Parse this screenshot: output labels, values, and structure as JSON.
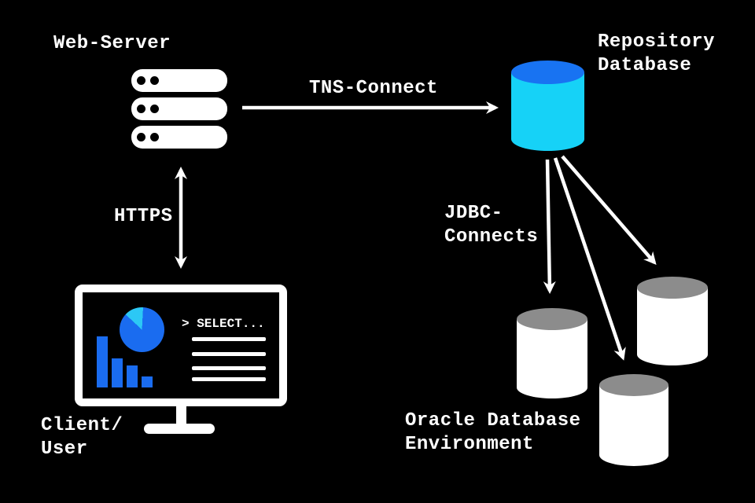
{
  "diagram": {
    "nodes": {
      "web_server": {
        "label": "Web-Server",
        "icon": "server-icon"
      },
      "repository_database": {
        "label": "Repository\nDatabase",
        "icon": "database-cylinder-icon"
      },
      "client": {
        "label": "Client/\nUser",
        "icon": "monitor-icon",
        "screen_text": "> SELECT..."
      },
      "oracle_environment": {
        "label": "Oracle Database\nEnvironment",
        "icon": "database-cylinder-icon",
        "node_count": 3
      }
    },
    "connections": {
      "tns": {
        "label": "TNS-Connect",
        "from": "web_server",
        "to": "repository_database",
        "direction": "one-way"
      },
      "https": {
        "label": "HTTPS",
        "from": "web_server",
        "to": "client",
        "direction": "two-way"
      },
      "jdbc": {
        "label": "JDBC-\nConnects",
        "from": "repository_database",
        "to": "oracle_environment",
        "arrow_count": 3
      }
    }
  },
  "colors": {
    "background": "#000000",
    "foreground": "#ffffff",
    "repository_top": "#1873f2",
    "repository_body": "#16d2f7",
    "oracle_top": "#8c8c8c",
    "oracle_body": "#ffffff",
    "chart_blue": "#1a6cf0",
    "chart_cyan": "#2cc8f5"
  }
}
